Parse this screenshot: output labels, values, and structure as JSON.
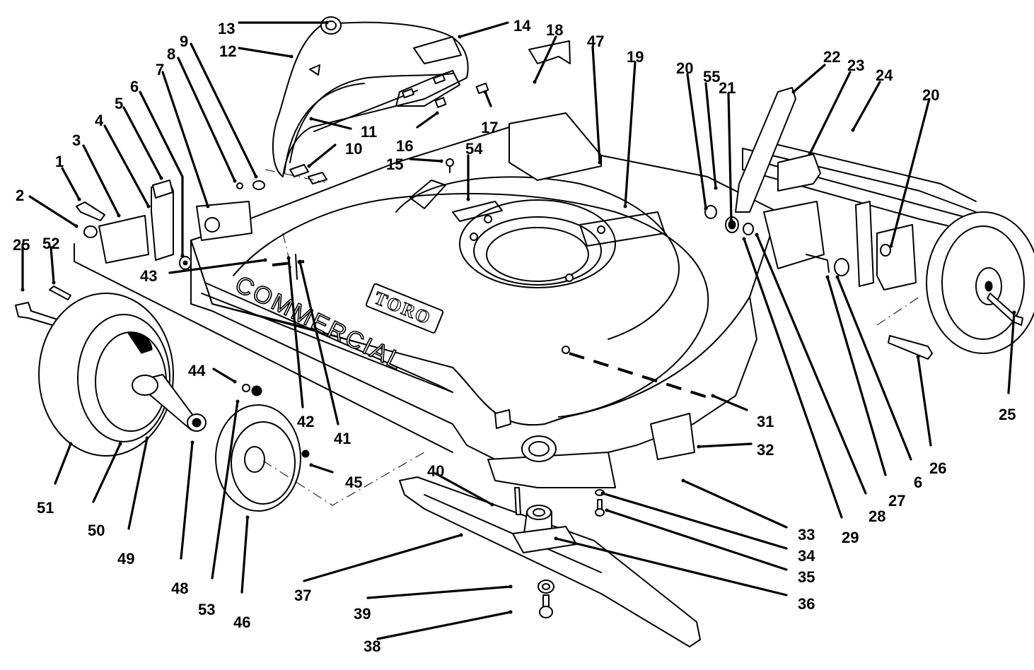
{
  "diagram": {
    "subject": "Rotary lawn mower housing exploded parts diagram",
    "branding": {
      "logo_text": "TORO",
      "deck_text": "COMMERCIAL"
    },
    "callouts": [
      {
        "id": "c1",
        "label": "1"
      },
      {
        "id": "c2",
        "label": "2"
      },
      {
        "id": "c3",
        "label": "3"
      },
      {
        "id": "c4",
        "label": "4"
      },
      {
        "id": "c5",
        "label": "5"
      },
      {
        "id": "c6a",
        "label": "6"
      },
      {
        "id": "c7",
        "label": "7"
      },
      {
        "id": "c8",
        "label": "8"
      },
      {
        "id": "c9",
        "label": "9"
      },
      {
        "id": "c10",
        "label": "10"
      },
      {
        "id": "c11",
        "label": "11"
      },
      {
        "id": "c12",
        "label": "12"
      },
      {
        "id": "c13",
        "label": "13"
      },
      {
        "id": "c14",
        "label": "14"
      },
      {
        "id": "c15",
        "label": "15"
      },
      {
        "id": "c16",
        "label": "16"
      },
      {
        "id": "c17",
        "label": "17"
      },
      {
        "id": "c18",
        "label": "18"
      },
      {
        "id": "c19",
        "label": "19"
      },
      {
        "id": "c20a",
        "label": "20"
      },
      {
        "id": "c20b",
        "label": "20"
      },
      {
        "id": "c21",
        "label": "21"
      },
      {
        "id": "c22",
        "label": "22"
      },
      {
        "id": "c23",
        "label": "23"
      },
      {
        "id": "c24",
        "label": "24"
      },
      {
        "id": "c25a",
        "label": "25"
      },
      {
        "id": "c25b",
        "label": "25"
      },
      {
        "id": "c26",
        "label": "26"
      },
      {
        "id": "c6b",
        "label": "6"
      },
      {
        "id": "c27",
        "label": "27"
      },
      {
        "id": "c28",
        "label": "28"
      },
      {
        "id": "c29",
        "label": "29"
      },
      {
        "id": "c31",
        "label": "31"
      },
      {
        "id": "c32",
        "label": "32"
      },
      {
        "id": "c33",
        "label": "33"
      },
      {
        "id": "c34",
        "label": "34"
      },
      {
        "id": "c35",
        "label": "35"
      },
      {
        "id": "c36",
        "label": "36"
      },
      {
        "id": "c37",
        "label": "37"
      },
      {
        "id": "c38",
        "label": "38"
      },
      {
        "id": "c39",
        "label": "39"
      },
      {
        "id": "c40",
        "label": "40"
      },
      {
        "id": "c41",
        "label": "41"
      },
      {
        "id": "c42",
        "label": "42"
      },
      {
        "id": "c43",
        "label": "43"
      },
      {
        "id": "c44",
        "label": "44"
      },
      {
        "id": "c45",
        "label": "45"
      },
      {
        "id": "c46",
        "label": "46"
      },
      {
        "id": "c47",
        "label": "47"
      },
      {
        "id": "c48",
        "label": "48"
      },
      {
        "id": "c49",
        "label": "49"
      },
      {
        "id": "c50",
        "label": "50"
      },
      {
        "id": "c51",
        "label": "51"
      },
      {
        "id": "c52",
        "label": "52"
      },
      {
        "id": "c53",
        "label": "53"
      },
      {
        "id": "c54",
        "label": "54"
      },
      {
        "id": "c55",
        "label": "55"
      }
    ]
  }
}
